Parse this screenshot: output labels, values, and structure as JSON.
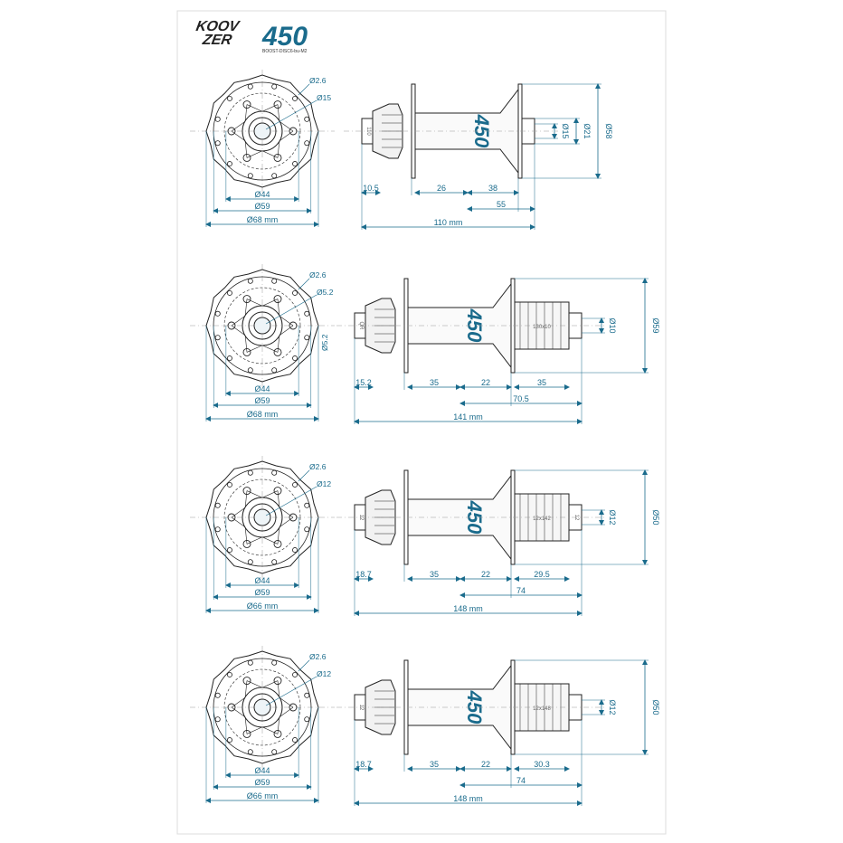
{
  "brand": {
    "line1": "KOOV",
    "line2": "ZER",
    "model": "450",
    "subtitle": "BOOST-DISC6-bu-M2"
  },
  "colors": {
    "dim": "#1a6b8c",
    "line": "#222222",
    "brand_teal": "#1a6b8c"
  },
  "rows": [
    {
      "side": {
        "hole": "Ø2.6",
        "axle": "Ø15",
        "d1": "Ø44",
        "d2": "Ø59",
        "d3": "Ø68 mm"
      },
      "front": {
        "axle_label": "110",
        "d_axle": "Ø15",
        "d_end": "Ø21",
        "d_flange": "Ø58",
        "w1": "10.5",
        "w2": "26",
        "w3": "38",
        "w4": "55",
        "total": "110 mm"
      }
    },
    {
      "side": {
        "hole": "Ø2.6",
        "axle": "Ø5.2",
        "axle2": "Ø5.2",
        "d1": "Ø44",
        "d2": "Ø59",
        "d3": "Ø68 mm"
      },
      "front": {
        "axle_label": "QR",
        "body_label": "130x10",
        "d_axle": "Ø10",
        "d_flange": "Ø59",
        "w1": "15.2",
        "w2": "35",
        "w3": "22",
        "w4": "35",
        "w5": "70.5",
        "total": "141 mm"
      }
    },
    {
      "side": {
        "hole": "Ø2.6",
        "axle": "Ø12",
        "d1": "Ø44",
        "d2": "Ø59",
        "d3": "Ø66 mm"
      },
      "front": {
        "axle_label": "12",
        "body_label": "12x142",
        "end_label": "12",
        "d_axle": "Ø12",
        "d_flange": "Ø50",
        "w1": "18.7",
        "w2": "35",
        "w3": "22",
        "w4": "29.5",
        "w5": "74",
        "total": "148 mm"
      }
    },
    {
      "side": {
        "hole": "Ø2.6",
        "axle": "Ø12",
        "d1": "Ø44",
        "d2": "Ø59",
        "d3": "Ø66 mm"
      },
      "front": {
        "axle_label": "12",
        "body_label": "12x148",
        "d_axle": "Ø12",
        "d_flange": "Ø50",
        "w1": "18.7",
        "w2": "35",
        "w3": "22",
        "w4": "30.3",
        "w5": "74",
        "total": "148 mm"
      }
    }
  ]
}
